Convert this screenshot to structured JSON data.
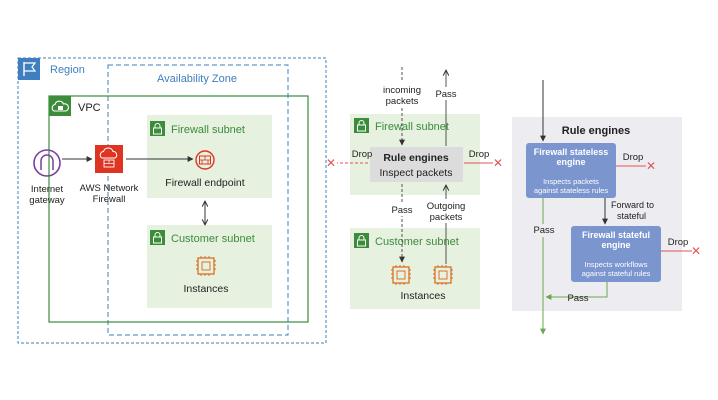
{
  "colors": {
    "region_border": "#3f7fbf",
    "vpc_border": "#3b8c3b",
    "subnet_fill": "#e6f1e0",
    "subnet_icon": "#3b8c3b",
    "firewall_red": "#dd3522",
    "instance_orange": "#d86613",
    "gateway_purple": "#7a3fa3",
    "drop_red": "#e05555",
    "pass_green": "#6aa84f",
    "engine_box": "#dcdcdc",
    "engine_panel": "#ececf1",
    "engine_blue": "#7b95cf",
    "text_dark": "#222222"
  },
  "left": {
    "region_label": "Region",
    "az_label": "Availability Zone",
    "vpc_label": "VPC",
    "firewall_subnet_label": "Firewall subnet",
    "firewall_endpoint_label": "Firewall endpoint",
    "customer_subnet_label": "Customer subnet",
    "instances_label": "Instances",
    "gateway_label_line1": "Internet",
    "gateway_label_line2": "gateway",
    "network_firewall_line1": "AWS Network",
    "network_firewall_line2": "Firewall"
  },
  "middle": {
    "incoming_line1": "incoming",
    "incoming_line2": "packets",
    "pass_top": "Pass",
    "firewall_subnet_label": "Firewall subnet",
    "rule_engines_title": "Rule engines",
    "inspect_packets": "Inspect packets",
    "drop_left": "Drop",
    "drop_right": "Drop",
    "pass_bottom": "Pass",
    "outgoing_line1": "Outgoing",
    "outgoing_line2": "packets",
    "customer_subnet_label": "Customer subnet",
    "instances_label": "Instances"
  },
  "right": {
    "panel_title": "Rule engines",
    "stateless_title_line1": "Firewall stateless",
    "stateless_title_line2": "engine",
    "stateless_desc_line1": "Inspects packets",
    "stateless_desc_line2": "against stateless rules",
    "drop_stateless": "Drop",
    "forward_line1": "Forward to",
    "forward_line2": "stateful",
    "pass_left": "Pass",
    "stateful_title_line1": "Firewall stateful",
    "stateful_title_line2": "engine",
    "stateful_desc_line1": "Inspects workflows",
    "stateful_desc_line2": "against stateful rules",
    "drop_stateful": "Drop",
    "pass_bottom": "Pass"
  }
}
